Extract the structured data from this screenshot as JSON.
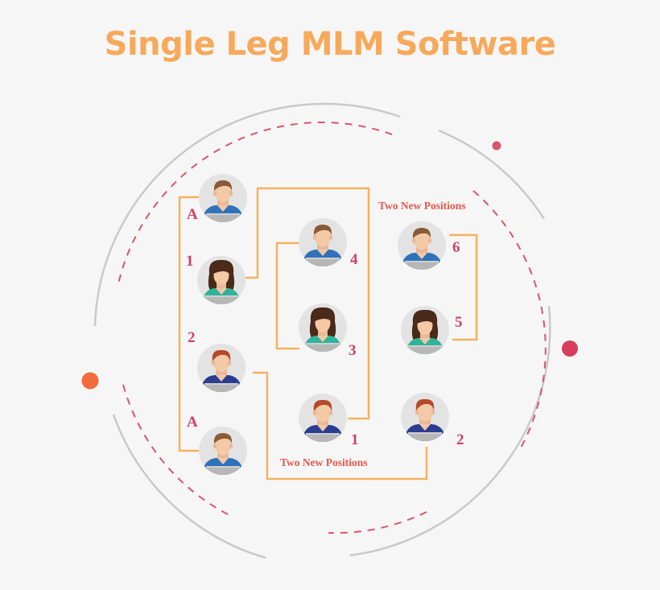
{
  "title": "Single Leg MLM Software",
  "labels": {
    "topA": "A",
    "left1": "1",
    "left2": "2",
    "bottomA": "A",
    "mid4": "4",
    "mid3": "3",
    "mid1": "1",
    "right6": "6",
    "right5": "5",
    "right2": "2",
    "posTop": "Two New Positions",
    "posBottom": "Two New Positions"
  },
  "colors": {
    "title": "#f7a95b",
    "line": "#f5b25e",
    "number": "#c94266",
    "positions": "#e4594d",
    "ring": "#c9c9c9",
    "dash": "#d8556f"
  },
  "people": [
    {
      "id": "a-top",
      "type": "male",
      "hair": "brown"
    },
    {
      "id": "left-1",
      "type": "female"
    },
    {
      "id": "left-2",
      "type": "male",
      "hair": "red"
    },
    {
      "id": "a-bottom",
      "type": "male",
      "hair": "brown"
    },
    {
      "id": "mid-4",
      "type": "male",
      "hair": "brown"
    },
    {
      "id": "mid-3",
      "type": "female"
    },
    {
      "id": "mid-1",
      "type": "male",
      "hair": "red"
    },
    {
      "id": "right-6",
      "type": "male",
      "hair": "brown"
    },
    {
      "id": "right-5",
      "type": "female"
    },
    {
      "id": "right-2",
      "type": "male",
      "hair": "red"
    }
  ]
}
